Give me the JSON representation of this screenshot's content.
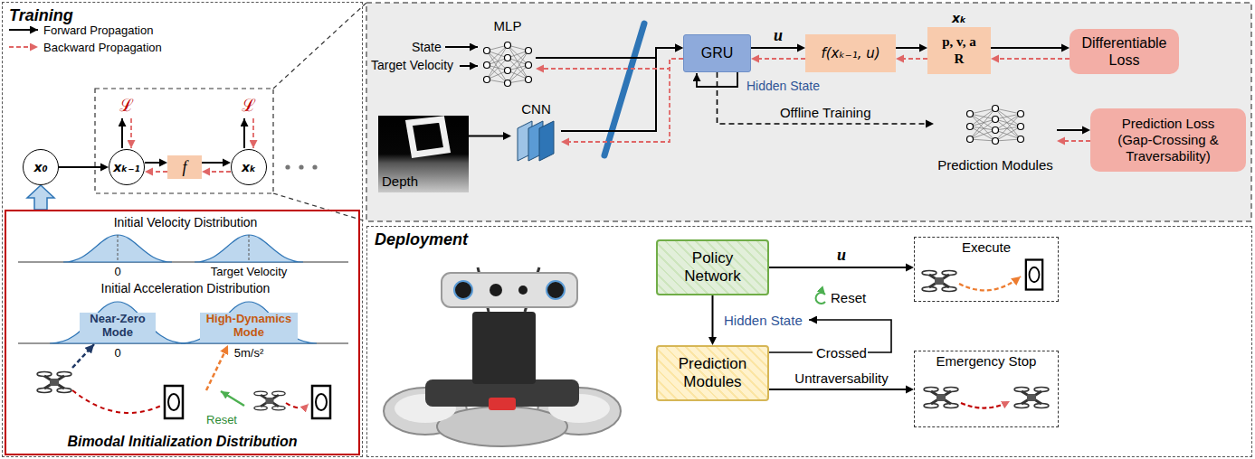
{
  "diagram": {
    "nodes": [
      {
        "text": [
          "Training"
        ]
      },
      {
        "text": [
          "x₀"
        ],
        "in": 0
      },
      {
        "text": [
          "xₖ₋₁"
        ],
        "in": 0
      },
      {
        "text": [
          "f"
        ],
        "in": 0
      },
      {
        "text": [
          "xₖ"
        ],
        "in": 0
      },
      {
        "text": [
          "Bimodal Initialization Distribution"
        ],
        "in": 0
      },
      {
        "text": [
          "MLP"
        ]
      },
      {
        "text": [
          "Depth"
        ]
      },
      {
        "text": [
          "CNN"
        ]
      },
      {
        "text": [
          "GRU"
        ]
      },
      {
        "text": [
          "f(xₖ₋₁, u)"
        ]
      },
      {
        "text": [
          "xₖ",
          "p, v, a R"
        ]
      },
      {
        "text": [
          "Differentiable Loss"
        ]
      },
      {
        "text": [
          "Prediction Modules"
        ]
      },
      {
        "text": [
          "Prediction Loss (Gap-Crossing & Traversability)"
        ]
      },
      {
        "text": [
          "Deployment"
        ]
      },
      {
        "text": [
          "Policy Network"
        ],
        "in": 15
      },
      {
        "text": [
          "Prediction Modules"
        ],
        "in": 15
      },
      {
        "text": [
          "Execute"
        ],
        "in": 15
      },
      {
        "text": [
          "Emergency Stop"
        ],
        "in": 15
      }
    ],
    "edges": [
      {
        "from": 1,
        "to": 2,
        "arrow": "to"
      },
      {
        "from": 2,
        "to": 3,
        "arrow": "to"
      },
      {
        "from": 3,
        "to": 4,
        "arrow": "to"
      },
      {
        "from": 4,
        "to": 3,
        "arrow": "to"
      },
      {
        "from": 3,
        "to": 2,
        "arrow": "to"
      },
      {
        "from": 5,
        "to": 1,
        "arrow": "to"
      },
      {
        "from": 6,
        "to": 9,
        "arrow": "to"
      },
      {
        "from": 8,
        "to": 9,
        "arrow": "to"
      },
      {
        "from": 7,
        "to": 8,
        "arrow": "to"
      },
      {
        "from": 9,
        "to": 10,
        "label": "u",
        "arrow": "to"
      },
      {
        "from": 10,
        "to": 11,
        "arrow": "to"
      },
      {
        "from": 11,
        "to": 12,
        "arrow": "to"
      },
      {
        "from": 12,
        "to": 11,
        "arrow": "to"
      },
      {
        "from": 11,
        "to": 10,
        "arrow": "to"
      },
      {
        "from": 10,
        "to": 9,
        "arrow": "to"
      },
      {
        "from": 9,
        "to": 6,
        "arrow": "to"
      },
      {
        "from": 9,
        "to": 8,
        "arrow": "to"
      },
      {
        "from": 9,
        "to": 13,
        "label": "Offline Training",
        "arrow": "to"
      },
      {
        "from": 13,
        "to": 14,
        "arrow": "to"
      },
      {
        "from": 14,
        "to": 13,
        "arrow": "to"
      },
      {
        "from": 16,
        "to": 18,
        "label": "u",
        "arrow": "to"
      },
      {
        "from": 16,
        "to": 17,
        "arrow": "to"
      },
      {
        "from": 17,
        "to": 19,
        "label": "Untraversability",
        "arrow": "to"
      }
    ],
    "labels": [
      "ℒ",
      "ℒ",
      "Initial Velocity Distribution",
      "0",
      "Target Velocity",
      "Initial Acceleration Distribution",
      "Near-Zero Mode",
      "High-Dynamics Mode",
      "0",
      "5m/s²",
      "Reset",
      "State",
      "Target Velocity",
      "Hidden State",
      "Hidden State",
      "Reset",
      "Crossed"
    ],
    "legend": [
      {
        "text": "Forward Propagation"
      },
      {
        "text": "Backward Propagation"
      }
    ]
  }
}
